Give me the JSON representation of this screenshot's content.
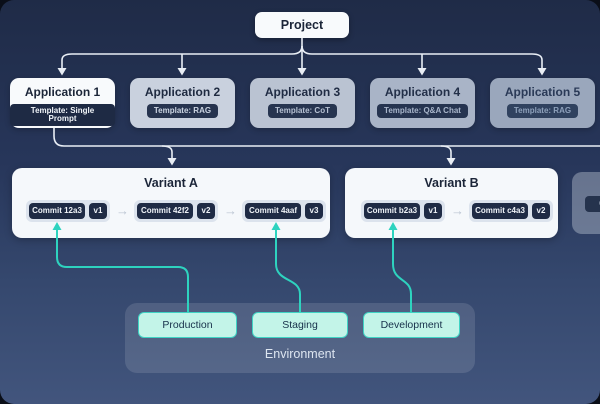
{
  "project": {
    "label": "Project"
  },
  "applications": [
    {
      "label": "Application 1",
      "template": "Template: Single Prompt"
    },
    {
      "label": "Application 2",
      "template": "Template: RAG"
    },
    {
      "label": "Application 3",
      "template": "Template: CoT"
    },
    {
      "label": "Application 4",
      "template": "Template: Q&A Chat"
    },
    {
      "label": "Application 5",
      "template": "Template: RAG"
    }
  ],
  "variants": [
    {
      "label": "Variant A",
      "commits": [
        {
          "label": "Commit 12a3",
          "version": "v1"
        },
        {
          "label": "Commit 42f2",
          "version": "v2"
        },
        {
          "label": "Commit 4aaf",
          "version": "v3"
        }
      ]
    },
    {
      "label": "Variant B",
      "commits": [
        {
          "label": "Commit b2a3",
          "version": "v1"
        },
        {
          "label": "Commit c4a3",
          "version": "v2"
        }
      ]
    },
    {
      "label": "",
      "partial": true,
      "commits": [
        {
          "label": "Com",
          "version": ""
        }
      ]
    }
  ],
  "environment": {
    "label": "Environment",
    "items": [
      "Production",
      "Staging",
      "Development"
    ]
  },
  "icons": {
    "commit_flow_separator": "arrow-right",
    "tree_connectors": "arrow-down",
    "deployment_connectors": "arrow-up"
  },
  "colors": {
    "background_top": "#1f2b47",
    "background_bottom": "#42557d",
    "node_white": "#f8fafc",
    "badge_dark": "#1f2b45",
    "connector_white": "#e9eef5",
    "accent_teal": "#2ed3bf",
    "env_fill": "#c3f4e8",
    "env_border": "#3fd3c4"
  }
}
